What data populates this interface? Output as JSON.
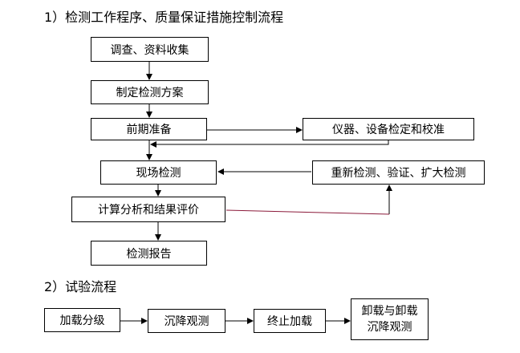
{
  "section1": {
    "heading": "1）检测工作程序、质量保证措施控制流程",
    "nodes": {
      "survey": "调查、资料收集",
      "plan": "制定检测方案",
      "prep": "前期准备",
      "calibrate": "仪器、设备检定和校准",
      "field": "现场检测",
      "recheck": "重新检测、验证、扩大检测",
      "calc": "计算分析和结果评价",
      "report": "检测报告"
    }
  },
  "section2": {
    "heading": "2）试验流程",
    "nodes": {
      "grading": "加载分级",
      "settle": "沉降观测",
      "stop": "终止加载",
      "unload_line1": "卸载与卸载",
      "unload_line2": "沉降观测"
    }
  },
  "colors": {
    "line": "#000000",
    "feedback_line": "#8b1a3a"
  }
}
